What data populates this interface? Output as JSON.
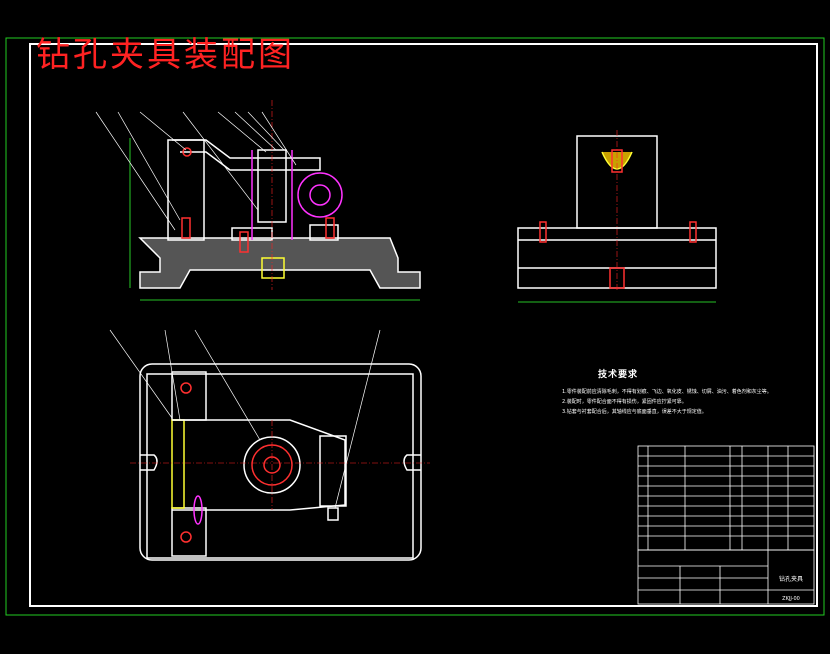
{
  "drawing": {
    "title": "钻孔夹具装配图",
    "technical_requirements": {
      "heading": "技术要求",
      "items": [
        "1.零件装配前应清除毛刺，不得有划痕、飞边、氧化皮、锈蚀、切屑、油污、着色剂和灰尘等。",
        "2.装配时，零件配合面不得有损伤，紧固件应拧紧可靠。",
        "3.钻套与衬套配合后，其轴线应与底面垂直，误差不大于规定值。"
      ]
    },
    "title_block": {
      "part_name": "钻孔夹具",
      "drawing_number": "ZKJJ-00"
    }
  },
  "colors": {
    "background": "#000000",
    "border": "#22cc22",
    "outline": "#ffffff",
    "centerline": "#ff2020",
    "part_red": "#ff3030",
    "part_magenta": "#ff33ff",
    "part_yellow": "#ffff33",
    "part_green": "#33ff33",
    "title": "#ff2222"
  }
}
